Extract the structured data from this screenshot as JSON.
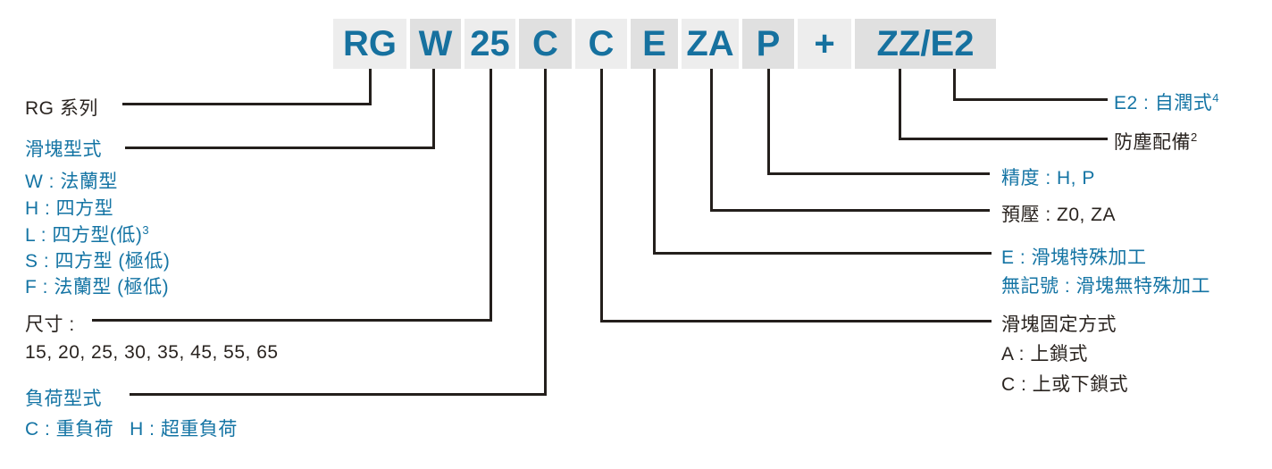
{
  "model_code": {
    "segments": [
      "RG",
      "W",
      "25",
      "C",
      "C",
      "E",
      "ZA",
      "P",
      "+",
      "ZZ/E2"
    ]
  },
  "left_labels": {
    "series": "RG 系列",
    "slider_type_title": "滑塊型式",
    "slider_type_options": [
      {
        "text": "W : 法蘭型",
        "sup": ""
      },
      {
        "text": "H : 四方型",
        "sup": ""
      },
      {
        "text": "L : 四方型(低)",
        "sup": "3"
      },
      {
        "text": "S : 四方型 (極低)",
        "sup": ""
      },
      {
        "text": "F : 法蘭型 (極低)",
        "sup": ""
      }
    ],
    "size_title": "尺寸 :",
    "size_values": "15, 20, 25, 30, 35, 45, 55, 65",
    "load_type_title": "負荷型式",
    "load_type_options": [
      {
        "text": "C : 重負荷"
      },
      {
        "text": "H : 超重負荷"
      }
    ]
  },
  "right_labels": {
    "self_lubrication": {
      "text": "E2 : 自潤式",
      "sup": "4"
    },
    "dust_proof": {
      "text": "防塵配備",
      "sup": "2"
    },
    "precision": "精度 : H, P",
    "preload": "預壓 : Z0, ZA",
    "special_machining": "E : 滑塊特殊加工",
    "no_symbol": "無記號 : 滑塊無特殊加工",
    "fixing_title": "滑塊固定方式",
    "fixing_options": [
      {
        "text": "A : 上鎖式"
      },
      {
        "text": "C : 上或下鎖式"
      }
    ]
  },
  "colors": {
    "code_blue": "#16719f",
    "label_blue": "#1474a4",
    "dark_text": "#2a2420",
    "line": "#241f1c",
    "segment_light": "#ededed",
    "segment_dark": "#e0e0e0"
  }
}
